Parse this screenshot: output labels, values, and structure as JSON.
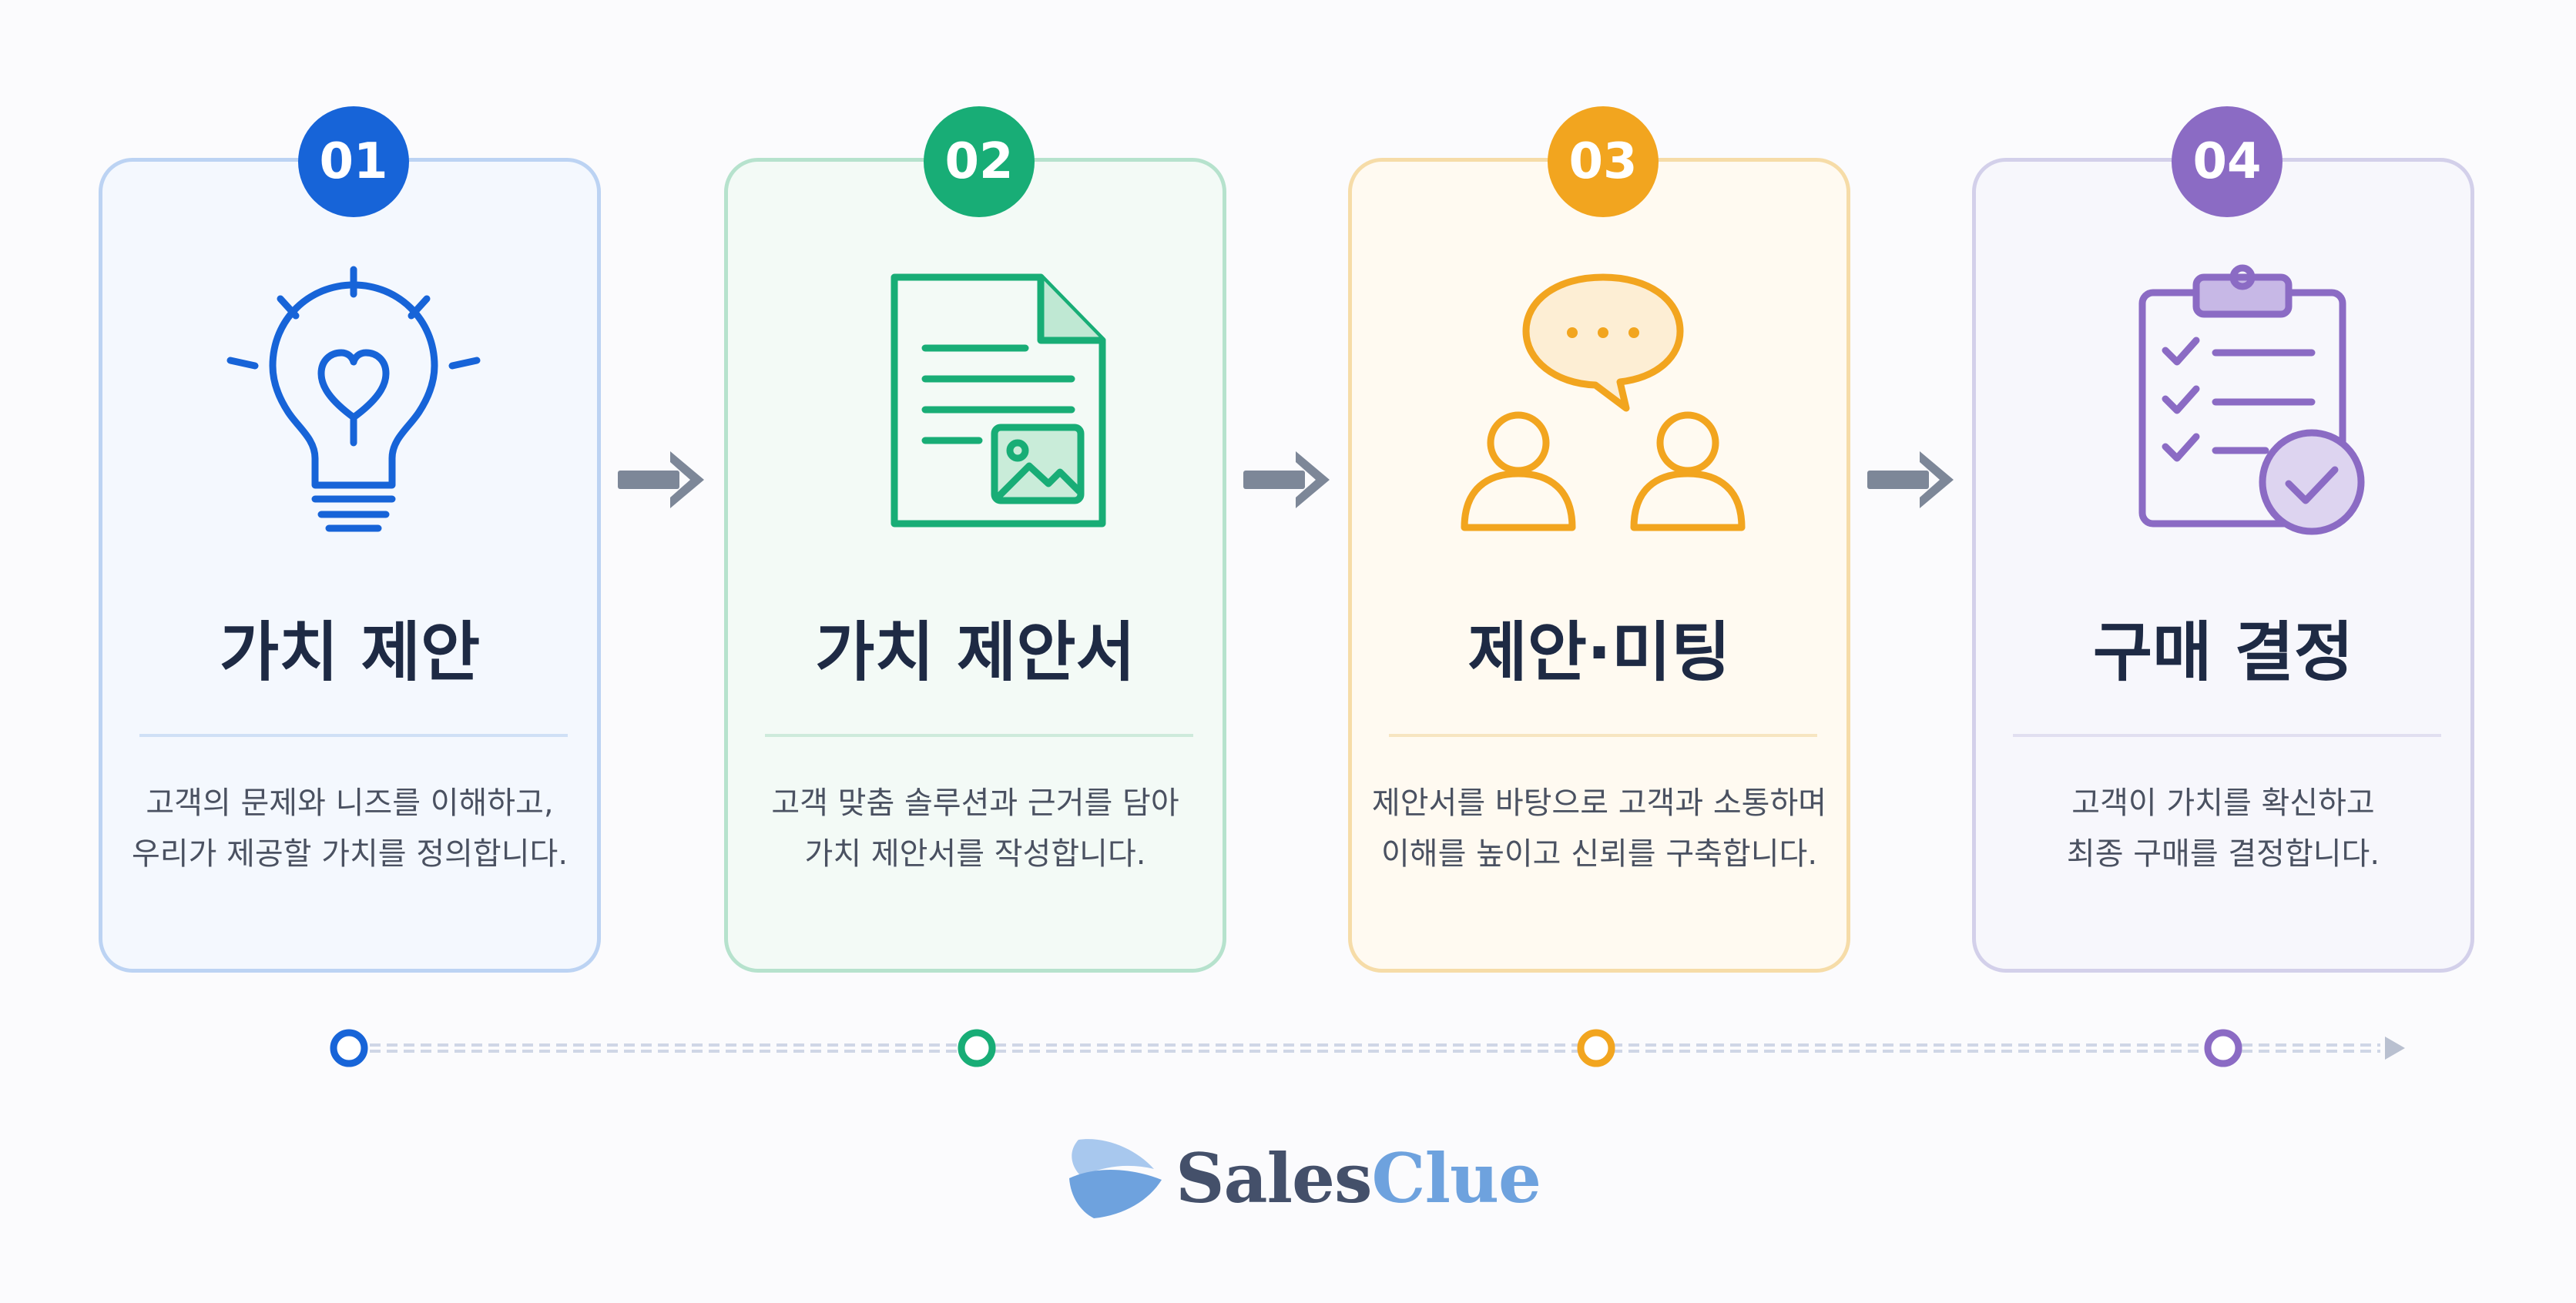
{
  "steps": [
    {
      "number": "01",
      "title": "가치 제안",
      "description": [
        "고객의 문제와 니즈를 이해하고,",
        "우리가 제공할 가치를 정의합니다."
      ],
      "icon": "lightbulb-heart-icon",
      "color": "#1764d8"
    },
    {
      "number": "02",
      "title": "가치 제안서",
      "description": [
        "고객 맞춤 솔루션과 근거를 담아",
        "가치 제안서를 작성합니다."
      ],
      "icon": "document-image-icon",
      "color": "#18ad76"
    },
    {
      "number": "03",
      "title": "제안·미팅",
      "description": [
        "제안서를 바탕으로 고객과 소통하며",
        "이해를 높이고 신뢰를 구축합니다."
      ],
      "icon": "meeting-people-chat-icon",
      "color": "#f2a51f"
    },
    {
      "number": "04",
      "title": "구매 결정",
      "description": [
        "고객이 가치를 확신하고",
        "최종 구매를 결정합니다."
      ],
      "icon": "clipboard-checklist-icon",
      "color": "#8b6bc4"
    }
  ],
  "logo": {
    "part1": "Sales",
    "part2": "Clue"
  },
  "colors": {
    "arrow": "#7d8798",
    "title": "#1e2a44",
    "text": "#4a5161"
  }
}
